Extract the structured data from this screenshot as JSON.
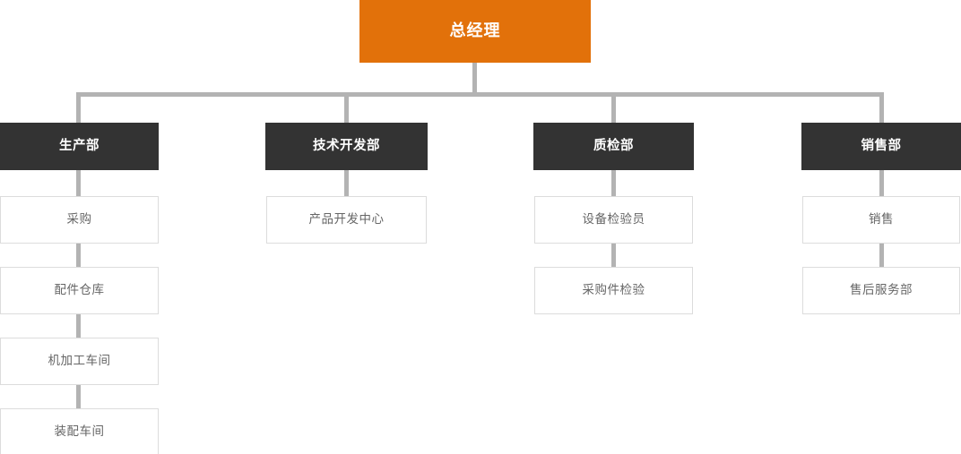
{
  "chart": {
    "type": "org-chart",
    "title": "",
    "colors": {
      "root_bg": "#e2710a",
      "root_text": "#ffffff",
      "dept_bg": "#333333",
      "dept_text": "#ffffff",
      "leaf_bg": "#ffffff",
      "leaf_border": "#dcdcdc",
      "leaf_text": "#666666",
      "connector": "#b3b3b3"
    },
    "root": {
      "label": "总经理"
    },
    "departments": [
      {
        "label": "生产部",
        "children": [
          {
            "label": "采购"
          },
          {
            "label": "配件仓库"
          },
          {
            "label": "机加工车间"
          },
          {
            "label": "装配车间"
          }
        ]
      },
      {
        "label": "技术开发部",
        "children": [
          {
            "label": "产品开发中心"
          }
        ]
      },
      {
        "label": "质检部",
        "children": [
          {
            "label": "设备检验员"
          },
          {
            "label": "采购件检验"
          }
        ]
      },
      {
        "label": "销售部",
        "children": [
          {
            "label": "销售"
          },
          {
            "label": "售后服务部"
          }
        ]
      }
    ]
  }
}
